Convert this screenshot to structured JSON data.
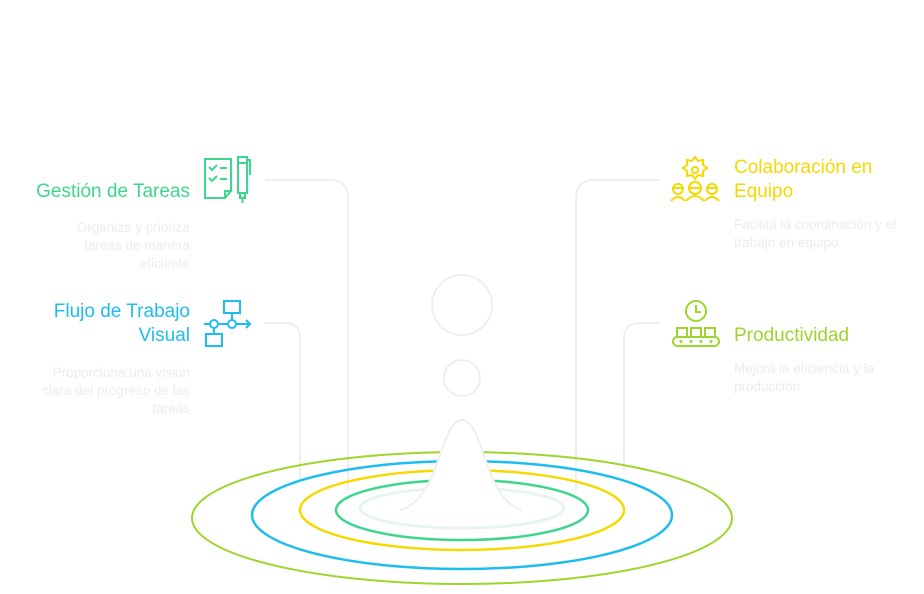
{
  "colors": {
    "green": "#3dd68c",
    "blue": "#1ebdf0",
    "yellow": "#f5d900",
    "lime": "#9ed52c",
    "line": "#efefef"
  },
  "items": [
    {
      "title": "Gestión de Tareas",
      "description": "Organiza y prioriza tareas de manera eficiente",
      "icon": "checklist-pen-icon"
    },
    {
      "title": "Flujo de Trabajo Visual",
      "description": "Proporciona una visión clara del progreso de las tareas",
      "icon": "workflow-icon"
    },
    {
      "title": "Colaboración en Equipo",
      "description": "Facilita la coordinación y el trabajo en equipo",
      "icon": "team-gear-icon"
    },
    {
      "title": "Productividad",
      "description": "Mejora la eficiencia y la producción",
      "icon": "conveyor-clock-icon"
    }
  ]
}
